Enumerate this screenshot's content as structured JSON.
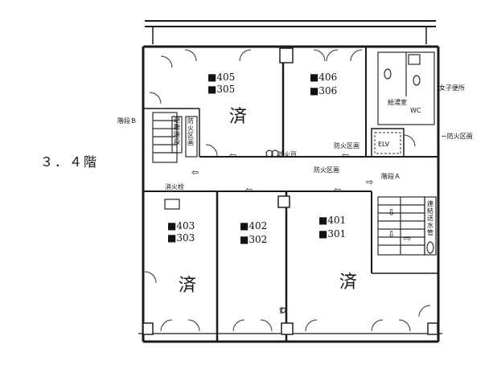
{
  "floor_label": "３．４階",
  "rooms": {
    "r405": "405",
    "r305": "305",
    "r406": "406",
    "r306": "306",
    "r403": "403",
    "r303": "303",
    "r402": "402",
    "r302": "302",
    "r401": "401",
    "r301": "301"
  },
  "room_prefix": "■",
  "status_mark": "済",
  "labels": {
    "evac_stair_a": "避難階段",
    "fire_zone_v": "防火区画",
    "womens_toilet": "女子便所",
    "kitchen": "給湯室",
    "elv": "ELV",
    "fire_zone_right": "←防火区画",
    "fire_zone_corr": "防火区画",
    "fire_zone_corr2": "防火区画",
    "fire_door": "防火戸",
    "stair_b": "階段Ｂ",
    "stair_a": "階段Ａ",
    "wc": "WC",
    "fire_hydrant": "消火栓",
    "connection_pipe": "連結送水管"
  }
}
